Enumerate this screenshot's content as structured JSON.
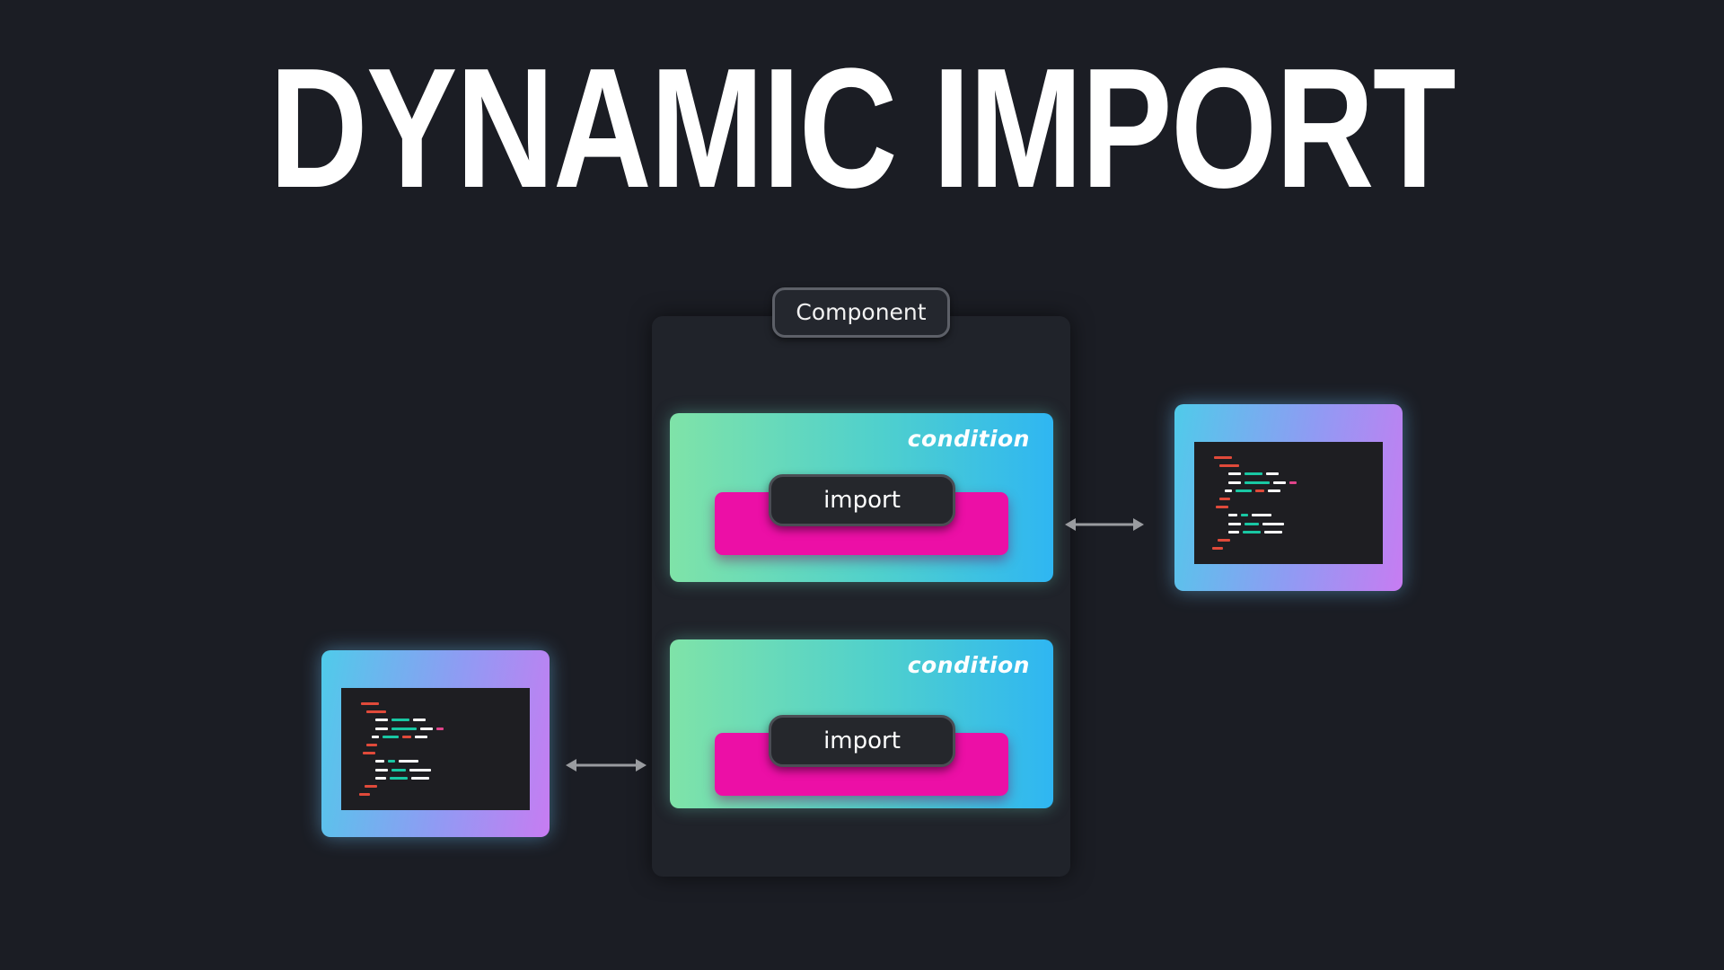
{
  "title": "DYNAMIC IMPORT",
  "component": {
    "label": "Component"
  },
  "blocks": [
    {
      "condition_label": "condition",
      "import_label": "import"
    },
    {
      "condition_label": "condition",
      "import_label": "import"
    }
  ],
  "colors": {
    "background": "#1b1d24",
    "panel": "#20232a",
    "condition_gradient_start": "#7fe3a8",
    "condition_gradient_end": "#2fb6f2",
    "import_bar": "#ec0fa6",
    "module_gradient_start": "#4fcbea",
    "module_gradient_end": "#c77cf2",
    "arrow": "#9a9ca0"
  },
  "icons": {
    "module_thumbnail": "code-file-icon",
    "connector": "double-headed-arrow-icon"
  }
}
